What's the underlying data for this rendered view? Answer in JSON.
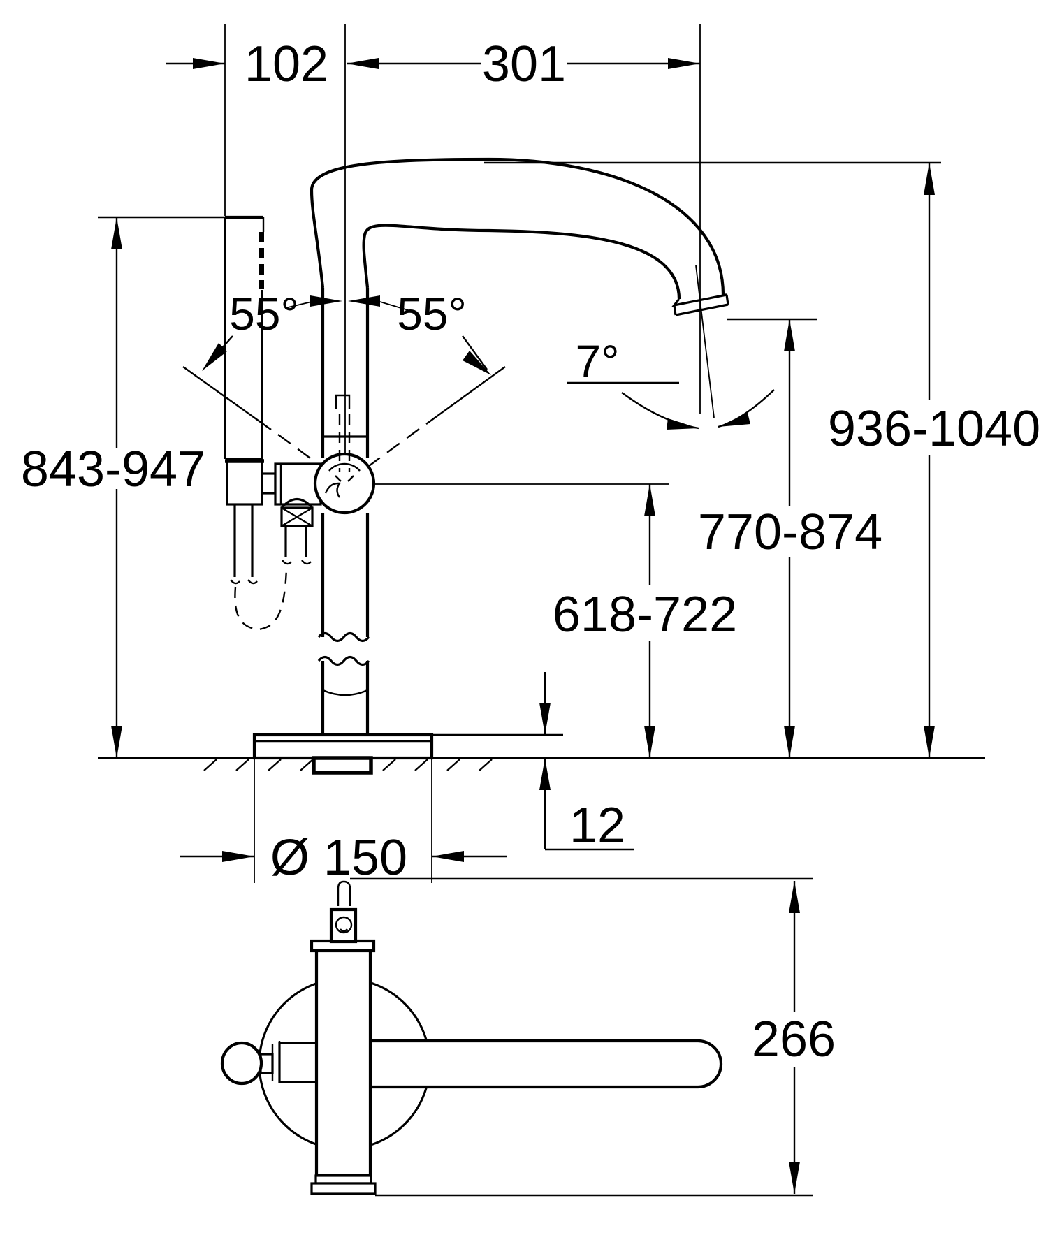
{
  "drawing": {
    "kind": "technical-dimension-diagram",
    "views": [
      "side-elevation",
      "top-plan"
    ],
    "labels": {
      "dim_102": "102",
      "dim_301": "301",
      "angle_left": "55°",
      "angle_right": "55°",
      "angle_spout": "7°",
      "height_hand_shower": "843-947",
      "height_overall": "936-1040",
      "height_spout": "770-874",
      "height_center": "618-722",
      "base_diameter": "Ø 150",
      "base_thickness": "12",
      "top_view_length": "266"
    },
    "colors": {
      "line": "#000000",
      "background": "#ffffff"
    }
  }
}
